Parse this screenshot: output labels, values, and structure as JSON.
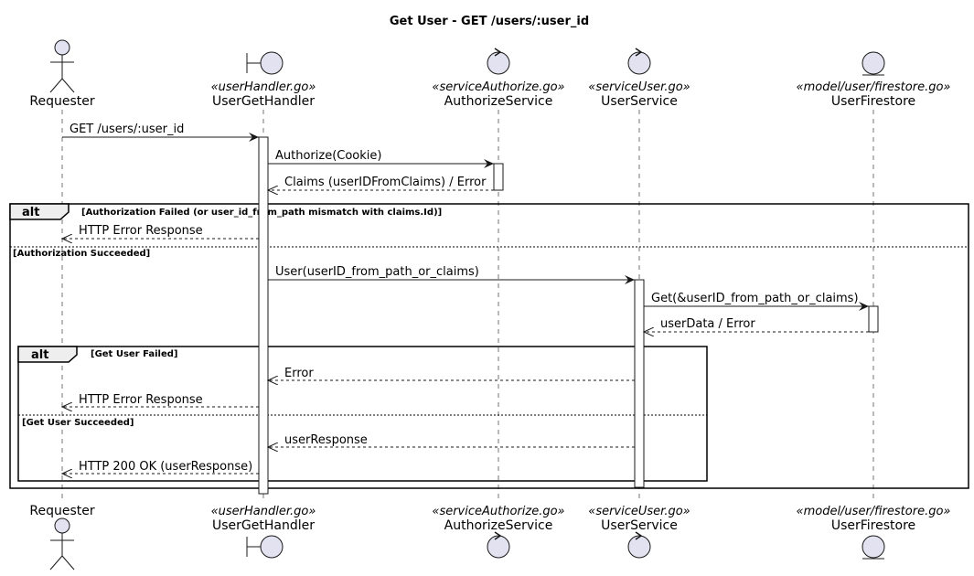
{
  "diagram": {
    "title": "Get User - GET /users/:user_id",
    "participants": [
      {
        "name": "Requester",
        "stereotype": "",
        "shape": "actor"
      },
      {
        "name": "UserGetHandler",
        "stereotype": "«userHandler.go»",
        "shape": "boundary"
      },
      {
        "name": "AuthorizeService",
        "stereotype": "«serviceAuthorize.go»",
        "shape": "control"
      },
      {
        "name": "UserService",
        "stereotype": "«serviceUser.go»",
        "shape": "control"
      },
      {
        "name": "UserFirestore",
        "stereotype": "«model/user/firestore.go»",
        "shape": "entity"
      }
    ],
    "messages": [
      {
        "text": "GET /users/:user_id",
        "from": "Requester",
        "to": "UserGetHandler",
        "type": "sync"
      },
      {
        "text": "Authorize(Cookie)",
        "from": "UserGetHandler",
        "to": "AuthorizeService",
        "type": "sync"
      },
      {
        "text": "Claims (userIDFromClaims) / Error",
        "from": "AuthorizeService",
        "to": "UserGetHandler",
        "type": "return"
      },
      {
        "text": "HTTP Error Response",
        "from": "UserGetHandler",
        "to": "Requester",
        "type": "return"
      },
      {
        "text": "User(userID_from_path_or_claims)",
        "from": "UserGetHandler",
        "to": "UserService",
        "type": "sync"
      },
      {
        "text": "Get(&userID_from_path_or_claims)",
        "from": "UserService",
        "to": "UserFirestore",
        "type": "sync"
      },
      {
        "text": "userData / Error",
        "from": "UserFirestore",
        "to": "UserService",
        "type": "return"
      },
      {
        "text": "Error",
        "from": "UserService",
        "to": "UserGetHandler",
        "type": "return"
      },
      {
        "text": "HTTP Error Response",
        "from": "UserGetHandler",
        "to": "Requester",
        "type": "return"
      },
      {
        "text": "userResponse",
        "from": "UserService",
        "to": "UserGetHandler",
        "type": "return"
      },
      {
        "text": "HTTP 200 OK (userResponse)",
        "from": "UserGetHandler",
        "to": "Requester",
        "type": "return"
      }
    ],
    "fragments": [
      {
        "keyword": "alt",
        "guard": "[Authorization Failed (or user_id_from_path mismatch with claims.Id)]",
        "else_guard": "[Authorization Succeeded]"
      },
      {
        "keyword": "alt",
        "guard": "[Get User Failed]",
        "else_guard": "[Get User Succeeded]"
      }
    ]
  }
}
